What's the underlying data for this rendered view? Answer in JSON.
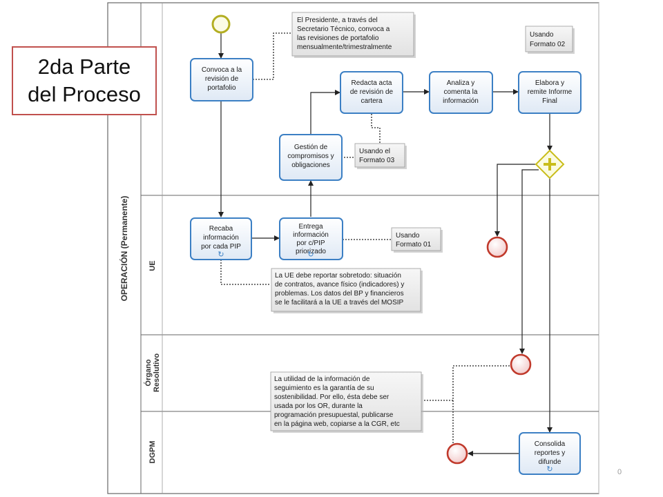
{
  "slide_label": {
    "line1": "2da Parte",
    "line2": "del Proceso"
  },
  "page_number": "0",
  "pool": {
    "title": "OPERACIÓN (Permanente)"
  },
  "lanes": {
    "ue": "UE",
    "organo": [
      "Órgano",
      "Resolutivo"
    ],
    "dgpm": "DGPM"
  },
  "tasks": {
    "convoca": [
      "Convoca a la",
      "revisión de",
      "portafolio"
    ],
    "redacta": [
      "Redacta acta",
      "de revisión de",
      "cartera"
    ],
    "analiza": [
      "Analiza y",
      "comenta la",
      "información"
    ],
    "elabora": [
      "Elabora y",
      "remite Informe",
      "Final"
    ],
    "gestion": [
      "Gestión de",
      "compromisos y",
      "obligaciones"
    ],
    "recaba": [
      "Recaba",
      "información",
      "por cada PIP"
    ],
    "entrega": [
      "Entrega",
      "información",
      "por c/PIP",
      "priorizado"
    ],
    "consolida": [
      "Consolida",
      "reportes y",
      "difunde"
    ]
  },
  "annotations": {
    "presidente": [
      "El Presidente, a través del",
      "Secretario Técnico, convoca a",
      "las revisiones de portafolio",
      "mensualmente/trimestralmente"
    ],
    "formato02": [
      "Usando",
      "Formato 02"
    ],
    "formato03": [
      "Usando el",
      "Formato 03"
    ],
    "formato01": [
      "Usando",
      "Formato 01"
    ],
    "ue_reporta": [
      "La UE  debe reportar sobretodo: situación",
      "de contratos, avance físico (indicadores) y",
      "problemas. Los datos del BP y financieros",
      "se le facilitará a la UE a través del MOSIP"
    ],
    "utilidad": [
      "La utilidad de la información de",
      "seguimiento es la garantía de su",
      "sostenibilidad. Por ello, ésta debe ser",
      "usada por los OR, durante la",
      "programación presupuestal, publicarse",
      "en la página web, copiarse a la CGR, etc"
    ]
  },
  "colors": {
    "task_border": "#3b7fc4",
    "event_red": "#c0392b",
    "gateway": "#d4c81a",
    "slide_border": "#c0504d"
  }
}
